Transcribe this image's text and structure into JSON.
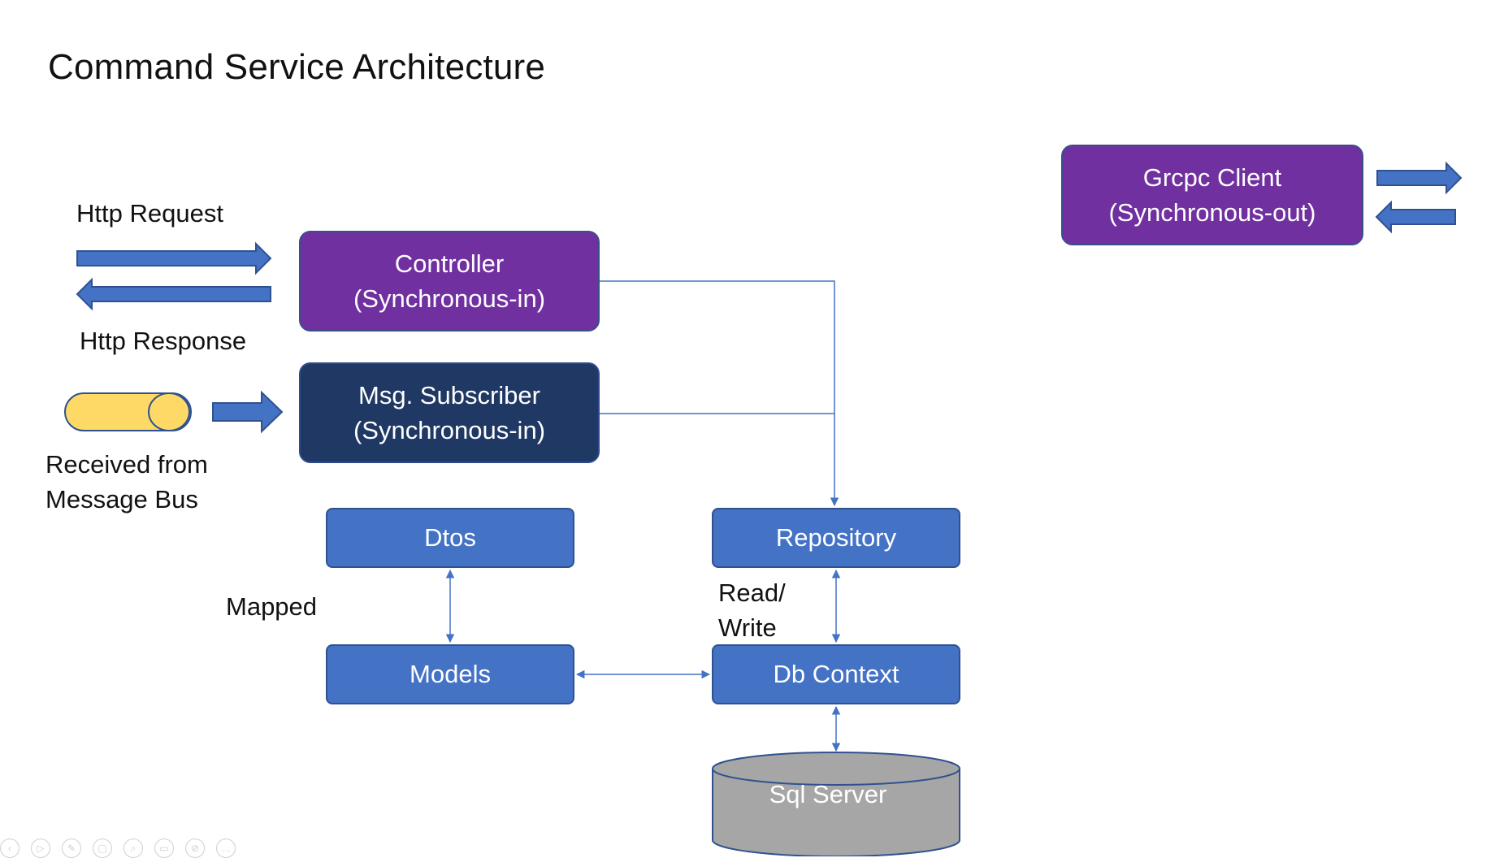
{
  "title": "Command Service Architecture",
  "labels": {
    "http_request": "Http Request",
    "http_response": "Http Response",
    "received_from_line1": "Received from",
    "received_from_line2": "Message Bus",
    "mapped": "Mapped",
    "read_write_line1": "Read/",
    "read_write_line2": "Write"
  },
  "boxes": {
    "controller": {
      "line1": "Controller",
      "line2": "(Synchronous-in)"
    },
    "msg_subscriber": {
      "line1": "Msg. Subscriber",
      "line2": "(Synchronous-in)"
    },
    "grpc_client": {
      "line1": "Grcpc Client",
      "line2": "(Synchronous-out)"
    },
    "dtos": "Dtos",
    "repository": "Repository",
    "models": "Models",
    "db_context": "Db Context",
    "sql_server": "Sql Server"
  },
  "colors": {
    "purple": "#7030a0",
    "navy": "#203864",
    "blue": "#4472c4",
    "arrow_blue": "#4472c4",
    "cylinder_gray": "#a6a6a6",
    "message_pill": "#ffd966"
  },
  "toolbar_icons": [
    "back-icon",
    "play-icon",
    "pen-icon",
    "copy-icon",
    "zoom-icon",
    "subtitle-icon",
    "camera-off-icon",
    "more-icon"
  ]
}
